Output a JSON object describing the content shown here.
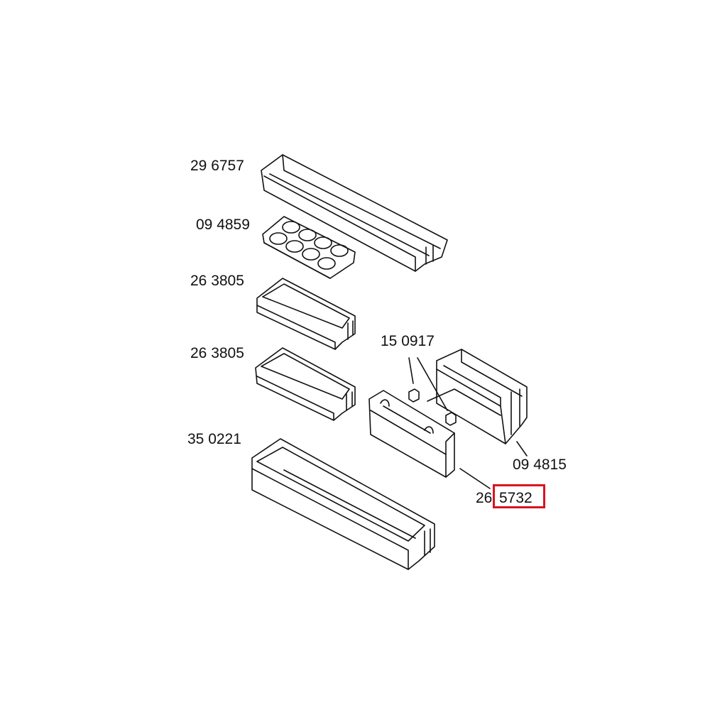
{
  "labels": {
    "top_long_shelf": "29 6757",
    "egg_tray": "09 4859",
    "small_shelf_1": "26 3805",
    "small_shelf_2": "26 3805",
    "bottom_long_shelf": "35 0221",
    "clips": "15 0917",
    "box_compartment": "09 4815",
    "front_panel_prefix": "26",
    "front_panel_suffix": "5732"
  },
  "colors": {
    "line": "#111111",
    "highlight": "#d9141f"
  }
}
